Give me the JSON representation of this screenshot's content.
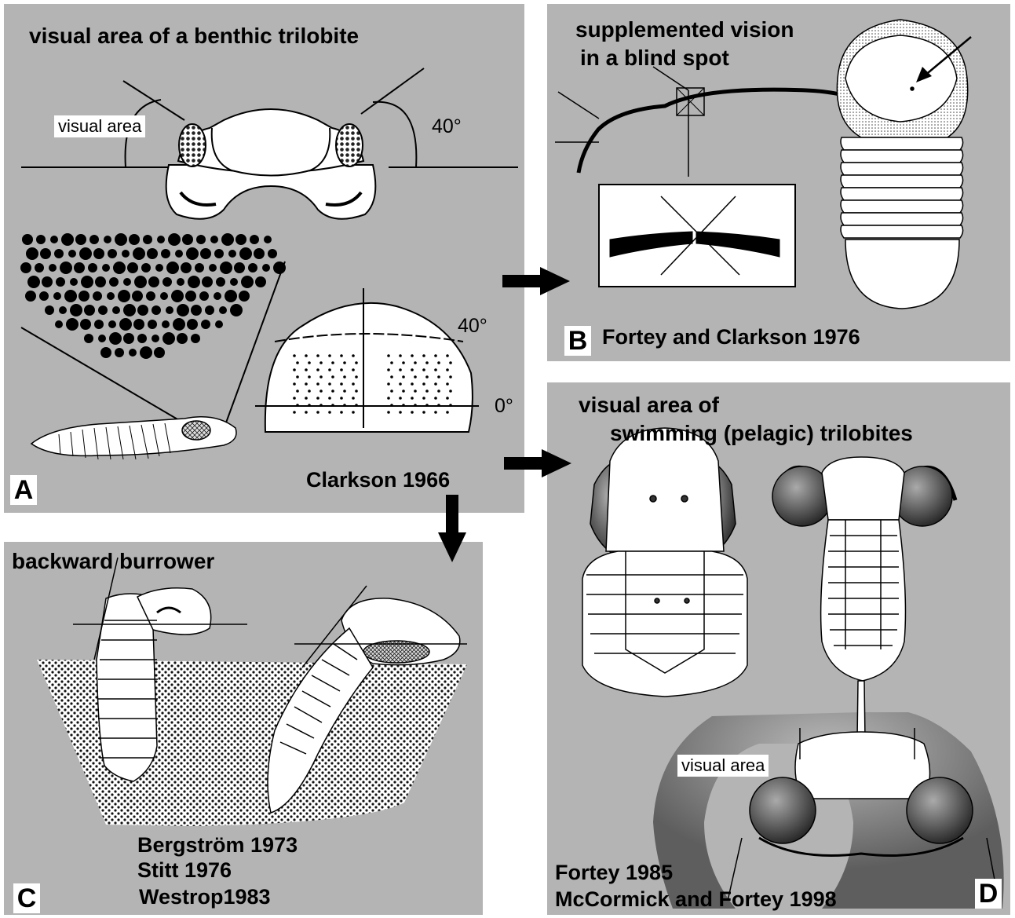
{
  "panel_a": {
    "title": "visual area of a benthic trilobite",
    "visual_area_label": "visual area",
    "angle_top": "40°",
    "angle_dome_top": "40°",
    "angle_dome_bottom": "0°",
    "citation": "Clarkson 1966",
    "letter": "A"
  },
  "panel_b": {
    "title_line1": "supplemented vision",
    "title_line2": "in a blind spot",
    "citation": "Fortey and Clarkson 1976",
    "letter": "B"
  },
  "panel_c": {
    "title": "backward burrower",
    "citations": [
      "Bergström 1973",
      "Stitt 1976",
      "Westrop1983"
    ],
    "letter": "C"
  },
  "panel_d": {
    "title_line1": "visual area of",
    "title_line2": "swimming (pelagic) trilobites",
    "visual_area_label": "visual area",
    "citations": [
      "Fortey  1985",
      "McCormick and Fortey  1998"
    ],
    "letter": "D"
  },
  "colors": {
    "panel_bg": "#b4b4b4",
    "ink": "#000000",
    "paper": "#ffffff"
  }
}
